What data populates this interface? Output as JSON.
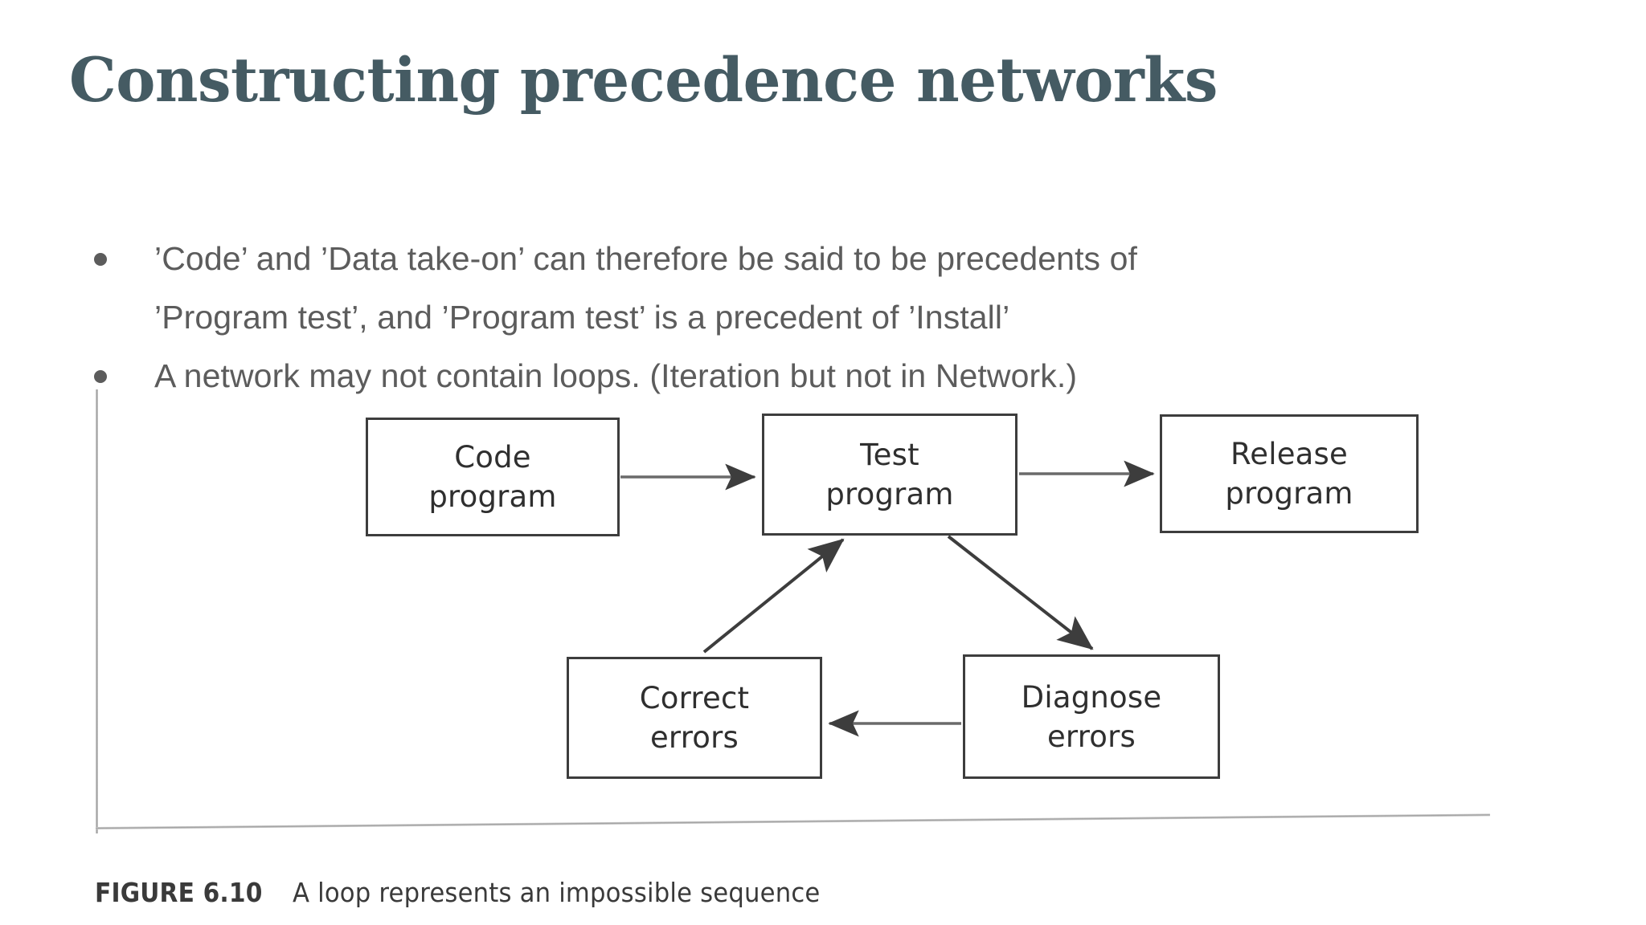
{
  "slide": {
    "title": "Constructing precedence networks",
    "title_color": "#455b63",
    "body_color": "#5c5c5c",
    "background": "#ffffff"
  },
  "bullets": [
    {
      "marker": "bullet-dot",
      "line1": "’Code’ and ’Data take-on’ can therefore be said to be precedents of",
      "line2": "’Program test’, and ’Program test’ is a precedent of ’Install’"
    },
    {
      "marker": "bullet-dot",
      "line1": "A network may not contain loops. (Iteration but not in Network.)",
      "line2": ""
    }
  ],
  "figure": {
    "caption_label": "FIGURE 6.10",
    "caption_text": "A loop represents an impossible sequence",
    "nodes": [
      {
        "id": "code",
        "line1": "Code",
        "line2": "program"
      },
      {
        "id": "test",
        "line1": "Test",
        "line2": "program"
      },
      {
        "id": "release",
        "line1": "Release",
        "line2": "program"
      },
      {
        "id": "correct",
        "line1": "Correct",
        "line2": "errors"
      },
      {
        "id": "diagnose",
        "line1": "Diagnose",
        "line2": "errors"
      }
    ],
    "edges": [
      {
        "from": "code",
        "to": "test",
        "direction": "right"
      },
      {
        "from": "test",
        "to": "release",
        "direction": "right"
      },
      {
        "from": "test",
        "to": "diagnose",
        "direction": "down-right"
      },
      {
        "from": "diagnose",
        "to": "correct",
        "direction": "left"
      },
      {
        "from": "correct",
        "to": "test",
        "direction": "up-right"
      }
    ],
    "line_color": "#3d3d3d"
  }
}
